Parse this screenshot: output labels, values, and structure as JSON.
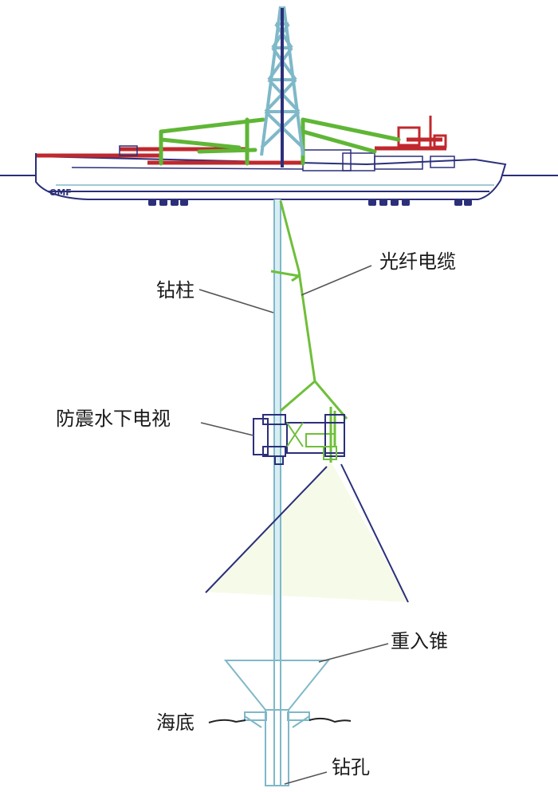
{
  "labels": {
    "drill_string": "钻柱",
    "fiber_optic_cable": "光纤电缆",
    "underwater_tv": "防震水下电视",
    "reentry_cone": "重入锥",
    "seafloor": "海底",
    "borehole": "钻孔"
  },
  "colors": {
    "hull_outline": "#2b2f7a",
    "deck_red": "#c0282d",
    "derrick_cyan": "#7fb8c8",
    "crane_green": "#5fb636",
    "drill_pipe": "#9fc9d6",
    "cable_green": "#6fbf3a",
    "leader_line": "#555555",
    "light_cone": "#f6fae8"
  }
}
